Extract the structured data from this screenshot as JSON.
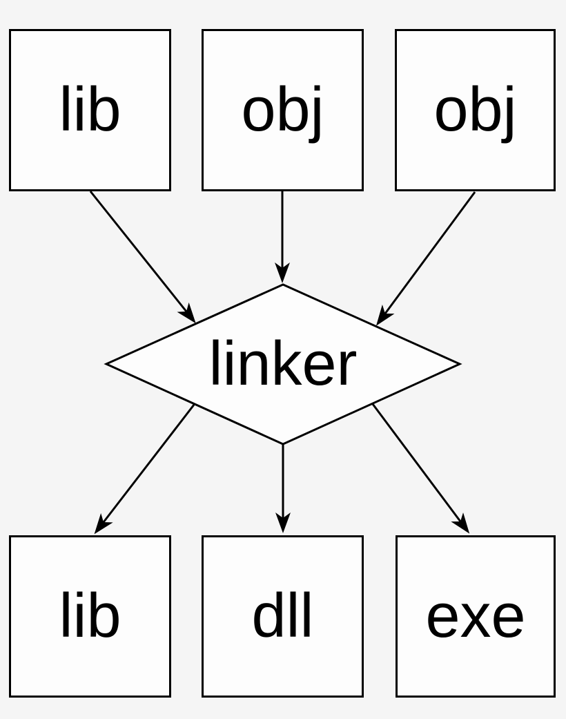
{
  "diagram": {
    "description": "Linker flow diagram",
    "colors": {
      "background": "#f5f5f5",
      "node_fill": "#fdfdfd",
      "stroke": "#000000",
      "text": "#000000"
    },
    "nodes": {
      "top_row": [
        {
          "id": "lib-in",
          "label": "lib",
          "shape": "rect"
        },
        {
          "id": "obj-1",
          "label": "obj",
          "shape": "rect"
        },
        {
          "id": "obj-2",
          "label": "obj",
          "shape": "rect"
        }
      ],
      "center": {
        "id": "linker",
        "label": "linker",
        "shape": "diamond"
      },
      "bottom_row": [
        {
          "id": "lib-out",
          "label": "lib",
          "shape": "rect"
        },
        {
          "id": "dll-out",
          "label": "dll",
          "shape": "rect"
        },
        {
          "id": "exe-out",
          "label": "exe",
          "shape": "rect"
        }
      ]
    },
    "edges": [
      {
        "from": "lib-in",
        "to": "linker"
      },
      {
        "from": "obj-1",
        "to": "linker"
      },
      {
        "from": "obj-2",
        "to": "linker"
      },
      {
        "from": "linker",
        "to": "lib-out"
      },
      {
        "from": "linker",
        "to": "dll-out"
      },
      {
        "from": "linker",
        "to": "exe-out"
      }
    ]
  }
}
